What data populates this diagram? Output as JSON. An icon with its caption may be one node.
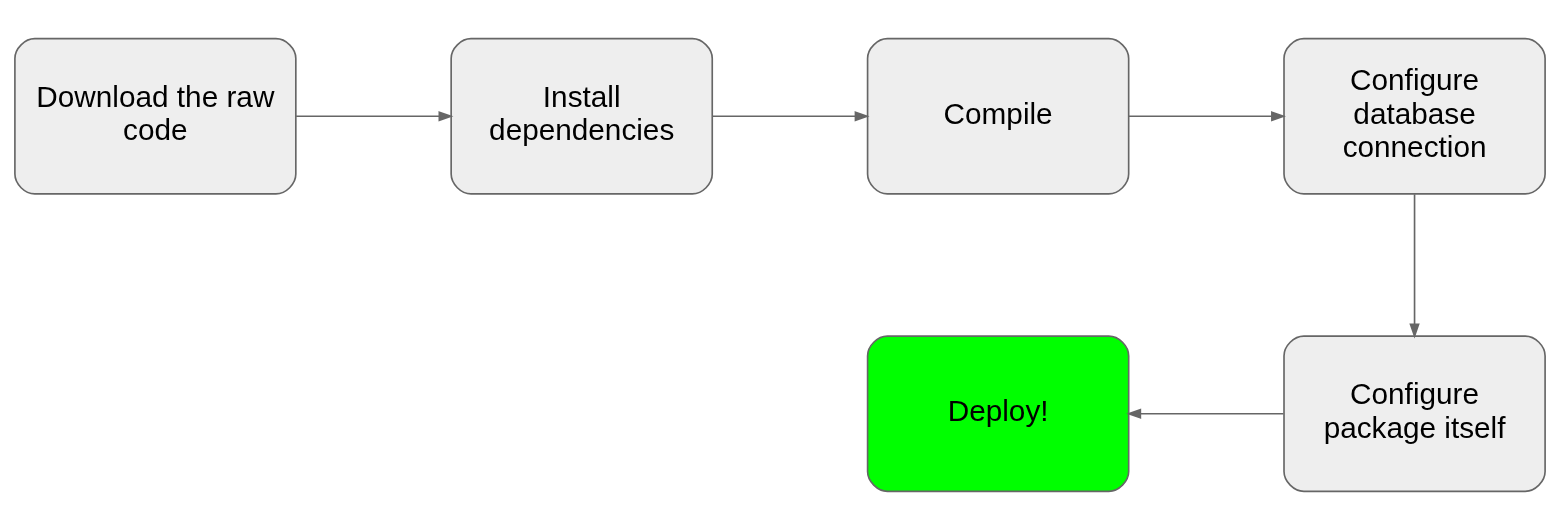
{
  "diagram": {
    "nodes": [
      {
        "text": [
          "Download the raw code"
        ]
      },
      {
        "text": [
          "Install dependencies"
        ]
      },
      {
        "text": [
          "Compile"
        ]
      },
      {
        "text": [
          "Configure database connection"
        ]
      },
      {
        "text": [
          "Configure package itself"
        ]
      },
      {
        "text": [
          "Deploy!"
        ]
      }
    ],
    "edges": [
      {
        "from": 0,
        "to": 1,
        "arrow": "to"
      },
      {
        "from": 1,
        "to": 2,
        "arrow": "to"
      },
      {
        "from": 2,
        "to": 3,
        "arrow": "to"
      },
      {
        "from": 3,
        "to": 4,
        "arrow": "to"
      },
      {
        "from": 4,
        "to": 5,
        "arrow": "to"
      }
    ]
  }
}
